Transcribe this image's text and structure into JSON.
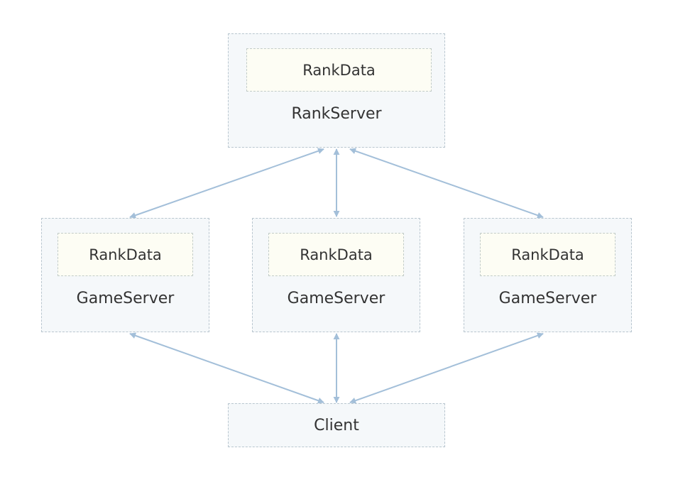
{
  "rank_server": {
    "data_label": "RankData",
    "label": "RankServer"
  },
  "game_servers": [
    {
      "data_label": "RankData",
      "label": "GameServer"
    },
    {
      "data_label": "RankData",
      "label": "GameServer"
    },
    {
      "data_label": "RankData",
      "label": "GameServer"
    }
  ],
  "client": {
    "label": "Client"
  },
  "colors": {
    "connector": "#a3bfd9",
    "box_fill": "#f5f8fa",
    "inner_fill": "#fdfdf4"
  }
}
